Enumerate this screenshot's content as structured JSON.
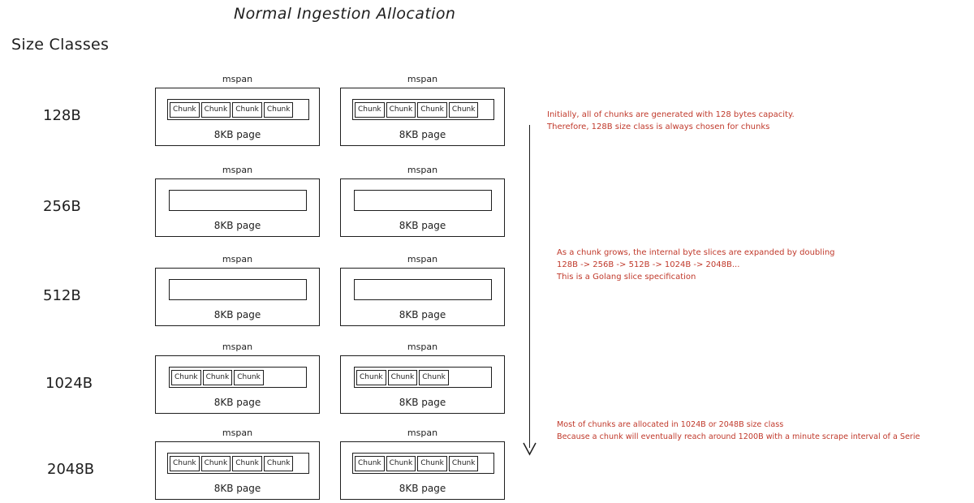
{
  "title": "Normal Ingestion Allocation",
  "size_classes_heading": "Size Classes",
  "mspan_label": "mspan",
  "page_label": "8KB page",
  "rows": [
    {
      "size": "128B",
      "spans": [
        {
          "chunks": [
            "Chunk",
            "Chunk",
            "Chunk",
            "Chunk"
          ]
        },
        {
          "chunks": [
            "Chunk",
            "Chunk",
            "Chunk",
            "Chunk"
          ]
        }
      ]
    },
    {
      "size": "256B",
      "spans": [
        {
          "chunks": []
        },
        {
          "chunks": []
        }
      ]
    },
    {
      "size": "512B",
      "spans": [
        {
          "chunks": []
        },
        {
          "chunks": []
        }
      ]
    },
    {
      "size": "1024B",
      "spans": [
        {
          "chunks": [
            "Chunk",
            "Chunk",
            "Chunk"
          ]
        },
        {
          "chunks": [
            "Chunk",
            "Chunk",
            "Chunk"
          ]
        }
      ]
    },
    {
      "size": "2048B",
      "spans": [
        {
          "chunks": [
            "Chunk",
            "Chunk",
            "Chunk",
            "Chunk"
          ]
        },
        {
          "chunks": [
            "Chunk",
            "Chunk",
            "Chunk",
            "Chunk"
          ]
        }
      ]
    }
  ],
  "notes": [
    {
      "lines": [
        "Initially, all of chunks are generated with 128 bytes capacity.",
        "Therefore, 128B size class is always chosen for chunks"
      ]
    },
    {
      "lines": [
        "As a chunk grows, the internal byte slices are expanded by doubling",
        "128B -> 256B -> 512B -> 1024B -> 2048B...",
        "This is a Golang slice specification"
      ]
    },
    {
      "lines": [
        "Most of chunks are allocated in 1024B or 2048B size class",
        "Because a chunk will eventually reach around 1200B with a minute scrape interval of a Serie"
      ]
    }
  ],
  "colors": {
    "ink": "#1e1e1e",
    "note": "#c0392b"
  }
}
